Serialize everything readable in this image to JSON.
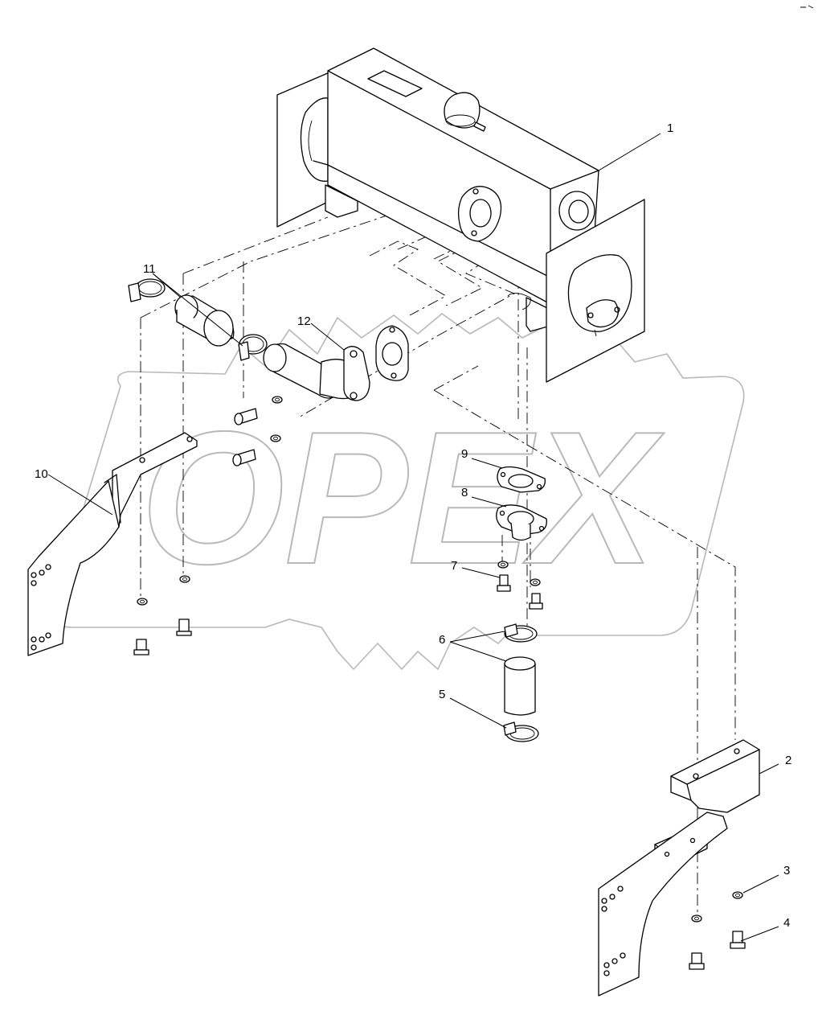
{
  "watermark": {
    "text": "OPEX"
  },
  "callouts": [
    {
      "id": "1",
      "label": "1"
    },
    {
      "id": "2",
      "label": "2"
    },
    {
      "id": "3",
      "label": "3"
    },
    {
      "id": "4",
      "label": "4"
    },
    {
      "id": "5",
      "label": "5"
    },
    {
      "id": "6",
      "label": "6"
    },
    {
      "id": "7",
      "label": "7"
    },
    {
      "id": "8",
      "label": "8"
    },
    {
      "id": "9",
      "label": "9"
    },
    {
      "id": "10",
      "label": "10"
    },
    {
      "id": "11",
      "label": "11"
    },
    {
      "id": "12",
      "label": "12"
    }
  ],
  "parts": [
    {
      "number": "1",
      "name": "muffler-assembly"
    },
    {
      "number": "2",
      "name": "right-bracket"
    },
    {
      "number": "3",
      "name": "washer"
    },
    {
      "number": "4",
      "name": "bolt"
    },
    {
      "number": "5",
      "name": "hose-clamp"
    },
    {
      "number": "6",
      "name": "hose"
    },
    {
      "number": "7",
      "name": "bolt"
    },
    {
      "number": "8",
      "name": "flange"
    },
    {
      "number": "9",
      "name": "gasket"
    },
    {
      "number": "10",
      "name": "left-bracket"
    },
    {
      "number": "11",
      "name": "hose-clamp"
    },
    {
      "number": "12",
      "name": "exhaust-elbow"
    }
  ]
}
